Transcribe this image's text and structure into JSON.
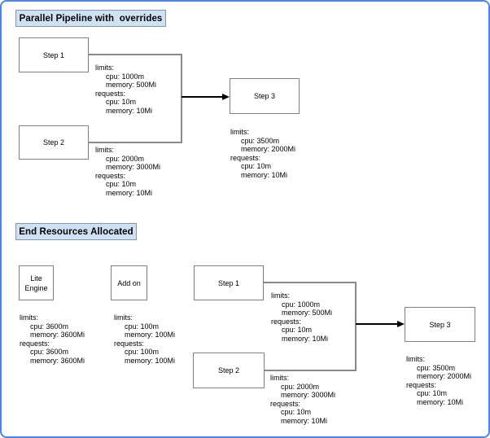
{
  "colors": {
    "page_border": "#4a86e8",
    "title_fill": "#cfe2f3",
    "title_border": "#7f96b6",
    "box_border": "#808080",
    "line_color": "#8a8a8a",
    "arrow_color": "#000000"
  },
  "top_section": {
    "title": "Parallel Pipeline with  overrides",
    "nodes": {
      "step1": "Step 1",
      "step2": "Step 2",
      "step3": "Step 3"
    },
    "resources": {
      "step1": [
        "limits:",
        "cpu: 1000m",
        "memory: 500Mi",
        "requests:",
        "cpu: 10m",
        "memory: 10Mi"
      ],
      "step2": [
        "limits:",
        "cpu: 2000m",
        "memory: 3000Mi",
        "requests:",
        "cpu: 10m",
        "memory: 10Mi"
      ],
      "step3": [
        "limits:",
        "cpu: 3500m",
        "memory: 2000Mi",
        "requests:",
        "cpu: 10m",
        "memory: 10Mi"
      ]
    }
  },
  "bottom_section": {
    "title": "End Resources Allocated",
    "nodes": {
      "lite_engine": "Lite Engine",
      "add_on": "Add on",
      "step1": "Step 1",
      "step2": "Step 2",
      "step3": "Step 3"
    },
    "resources": {
      "lite_engine": [
        "limits:",
        "cpu: 3600m",
        "memory: 3600Mi",
        "requests:",
        "cpu: 3600m",
        "memory: 3600Mi"
      ],
      "add_on": [
        "limits:",
        "cpu: 100m",
        "memory: 100Mi",
        "requests:",
        "cpu: 100m",
        "memory: 100Mi"
      ],
      "step1": [
        "limits:",
        "cpu: 1000m",
        "memory: 500Mi",
        "requests:",
        "cpu: 10m",
        "memory: 10Mi"
      ],
      "step2": [
        "limits:",
        "cpu: 2000m",
        "memory: 3000Mi",
        "requests:",
        "cpu: 10m",
        "memory: 10Mi"
      ],
      "step3": [
        "limits:",
        "cpu: 3500m",
        "memory: 2000Mi",
        "requests:",
        "cpu: 10m",
        "memory: 10Mi"
      ]
    }
  }
}
